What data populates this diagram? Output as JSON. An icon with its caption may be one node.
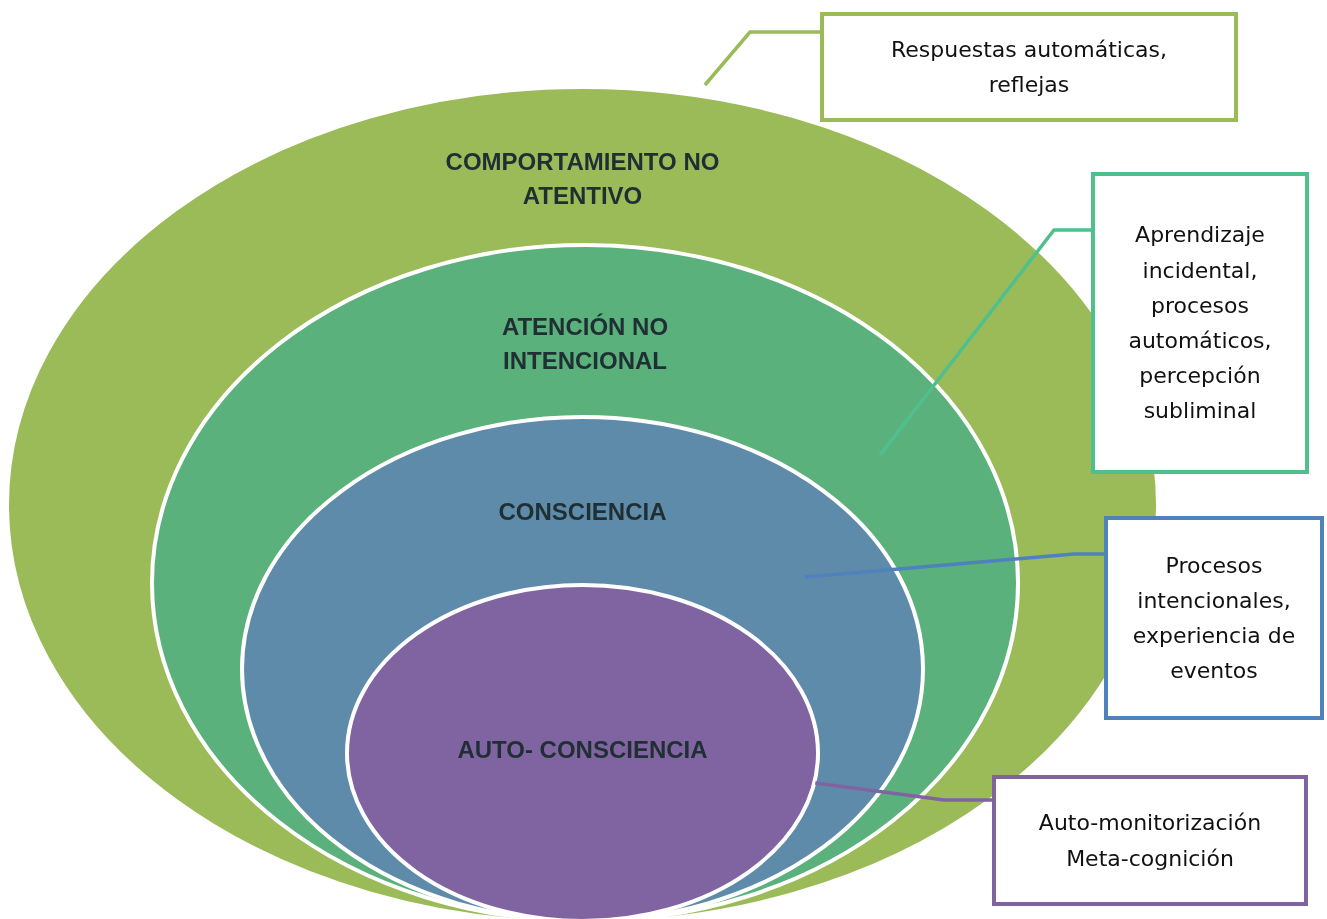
{
  "diagram": {
    "nodes": [
      {
        "text": [
          "COMPORTAMIENTO NO ATENTIVO"
        ]
      },
      {
        "text": [
          "ATENCIÓN NO INTENCIONAL"
        ],
        "in": 0
      },
      {
        "text": [
          "CONSCIENCIA"
        ],
        "in": 1
      },
      {
        "text": [
          "AUTO- CONSCIENCIA"
        ],
        "in": 2
      },
      {
        "text": [
          "Respuestas automáticas, reflejas"
        ]
      },
      {
        "text": [
          "Aprendizaje incidental, procesos automáticos, percepción subliminal"
        ]
      },
      {
        "text": [
          "Procesos intencionales, experiencia de eventos"
        ]
      },
      {
        "text": [
          "Auto-monitorización",
          "Meta-cognición"
        ]
      }
    ],
    "edges": [
      {
        "from": 4,
        "to": 0,
        "arrow": "none",
        "color": "#9bbb59"
      },
      {
        "from": 5,
        "to": 1,
        "arrow": "none",
        "color": "#4fc08d"
      },
      {
        "from": 6,
        "to": 2,
        "arrow": "none",
        "color": "#4f81bd"
      },
      {
        "from": 7,
        "to": 3,
        "arrow": "none",
        "color": "#8064a2"
      }
    ]
  }
}
